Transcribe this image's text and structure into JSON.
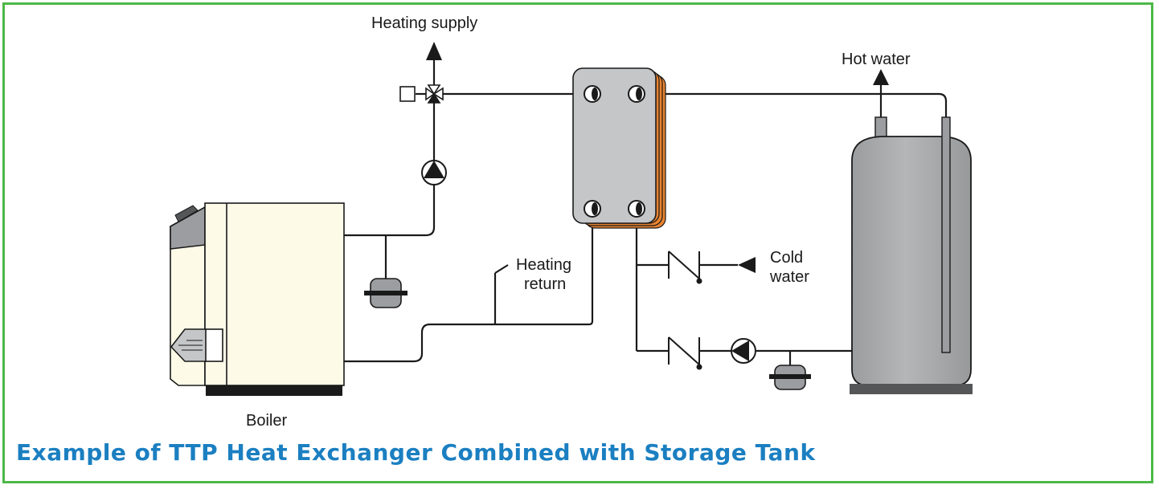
{
  "labels": {
    "heating_supply": "Heating supply",
    "hot_water": "Hot water",
    "heating_return": [
      "Heating",
      "return"
    ],
    "cold_water": [
      "Cold",
      "water"
    ],
    "boiler": "Boiler"
  },
  "caption": "Example of TTP Heat Exchanger Combined with Storage Tank",
  "colors": {
    "border": "#4db848",
    "caption": "#1b7fc1",
    "tank": "#a8aaac",
    "exchanger_plate": "#c4c6c8",
    "exchanger_edge": "#e9832f",
    "boiler_body": "#fdfbe8",
    "component_gray": "#9b9da0",
    "pipe": "#1a1a1a"
  }
}
